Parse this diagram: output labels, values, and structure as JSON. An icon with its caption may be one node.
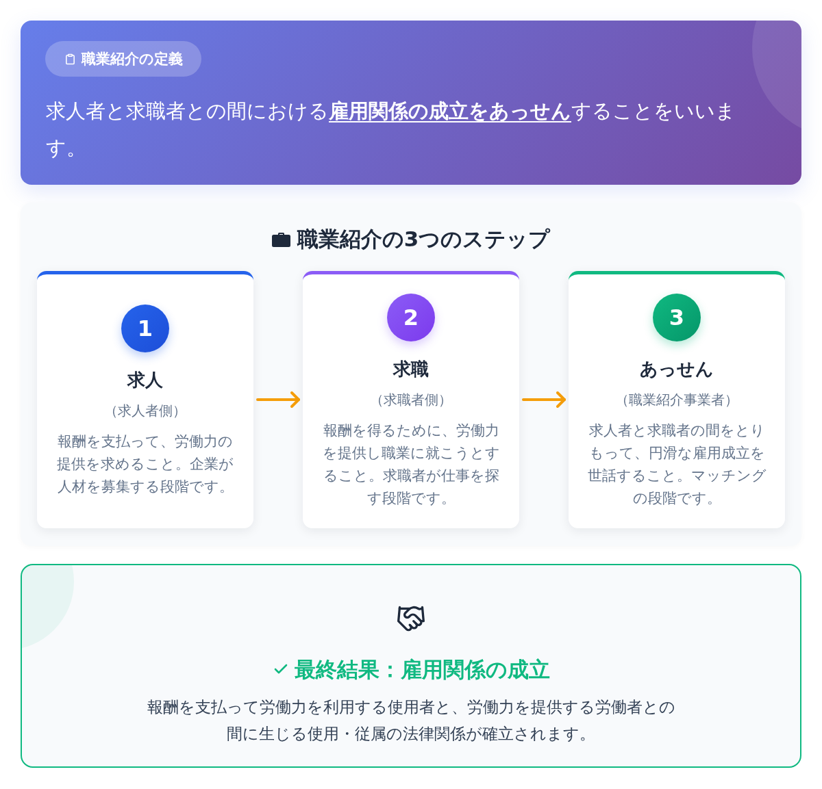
{
  "diagram": {
    "nodes": [
      {
        "text": [
          "求人者と求職者との間における**雇用関係の成立をあっせん**することをいいます。"
        ]
      },
      {
        "text": [
          "職業紹介の定義"
        ],
        "in": 0
      },
      {
        "text": [
          "職業紹介の3つのステップ"
        ]
      },
      {
        "text": [
          "求人",
          "（求人者側）",
          "報酬を支払って、労働力の提供を求めること。企業が人材を募集する段階です。"
        ],
        "in": 2
      },
      {
        "text": [
          "1"
        ],
        "in": 3
      },
      {
        "text": [
          "求職",
          "（求職者側）",
          "報酬を得るために、労働力を提供し職業に就こうとすること。求職者が仕事を探す段階です。"
        ],
        "in": 2
      },
      {
        "text": [
          "2"
        ],
        "in": 5
      },
      {
        "text": [
          "あっせん",
          "（職業紹介事業者）",
          "求人者と求職者の間をとりもって、円滑な雇用成立を世話すること。マッチングの段階です。"
        ],
        "in": 2
      },
      {
        "text": [
          "3"
        ],
        "in": 7
      },
      {
        "text": [
          "最終結果：雇用関係の成立",
          "報酬を支払って労働力を利用する使用者と、労働力を提供する労働者との間に生じる使用・従属の法律関係が確立されます。"
        ]
      }
    ],
    "edges": [
      {
        "from": 3,
        "to": 5,
        "arrow": "to"
      },
      {
        "from": 5,
        "to": 7,
        "arrow": "to"
      }
    ]
  }
}
